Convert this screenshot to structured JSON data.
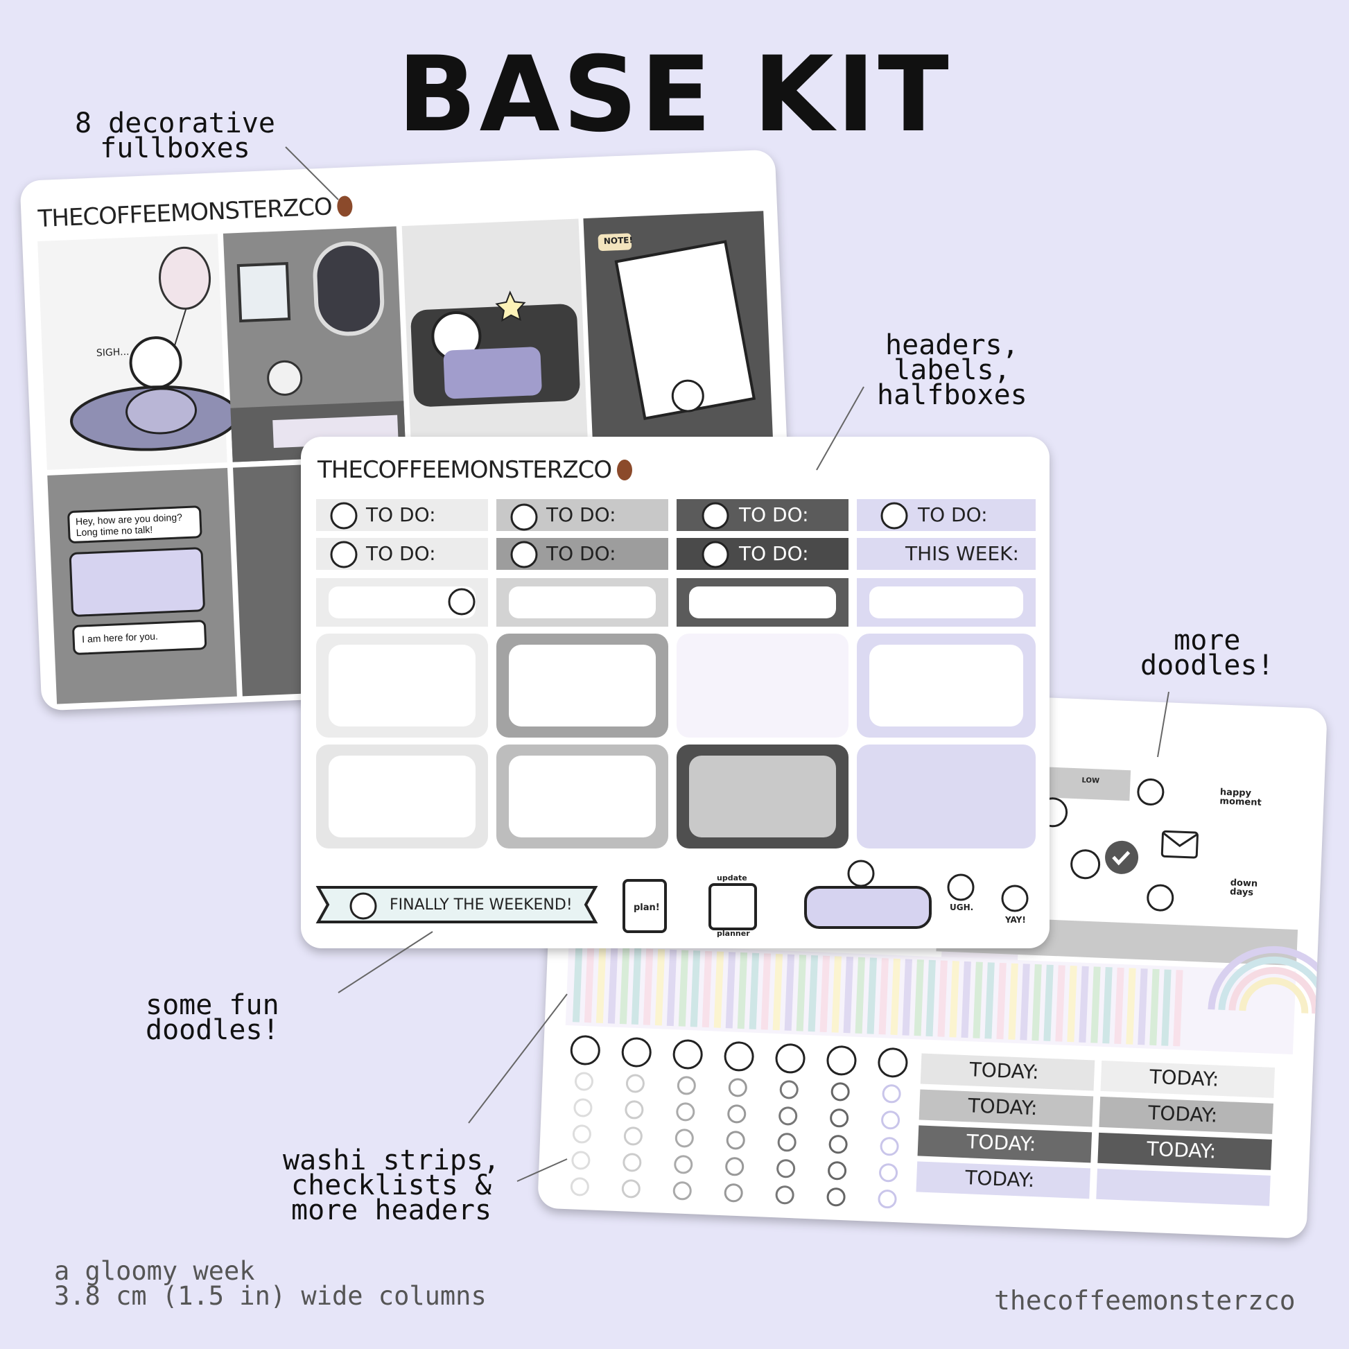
{
  "title": "BASE KIT",
  "annotations": {
    "fullboxes": "8 decorative\nfullboxes",
    "headers": "headers,\nlabels,\nhalfboxes",
    "more_doodles": "more\ndoodles!",
    "fun_doodles": "some fun\ndoodles!",
    "washi": "washi strips,\nchecklists &\nmore headers"
  },
  "footer": {
    "kit_name": "a gloomy week",
    "column_width": "3.8 cm (1.5 in) wide columns",
    "brand": "thecoffeemonsterzco"
  },
  "sheet1": {
    "brand": "THECOFFEEMONSTERZCO",
    "sigh": "SIGH...",
    "note_tag": "NOTE!",
    "chat1": "Hey, how are you doing?\nLong time no talk!",
    "chat2": "I am here for you."
  },
  "sheet2": {
    "brand": "THECOFFEEMONSTERZCO",
    "headers": [
      "TO DO:",
      "TO DO:",
      "TO DO:",
      "TO DO:",
      "TO DO:",
      "TO DO:",
      "TO DO:",
      "THIS WEEK:"
    ],
    "banner": "FINALLY THE WEEKEND!",
    "plan": "plan!",
    "update": "update",
    "planner": "planner",
    "ugh": "UGH.",
    "yay": "YAY!"
  },
  "sheet3": {
    "today": [
      "TODAY:",
      "TODAY:",
      "TODAY:",
      "TODAY:",
      "TODAY:",
      "TODAY:",
      "TODAY:"
    ],
    "happy_moment": "happy moment",
    "down_days": "down days",
    "low": "LOW"
  },
  "colors": {
    "background": "#e6e5f8",
    "lavender": "#d8d6f0",
    "gray_light": "#d9d9d9",
    "gray_mid": "#a8a8a8",
    "gray_dark": "#5a5a5a"
  }
}
